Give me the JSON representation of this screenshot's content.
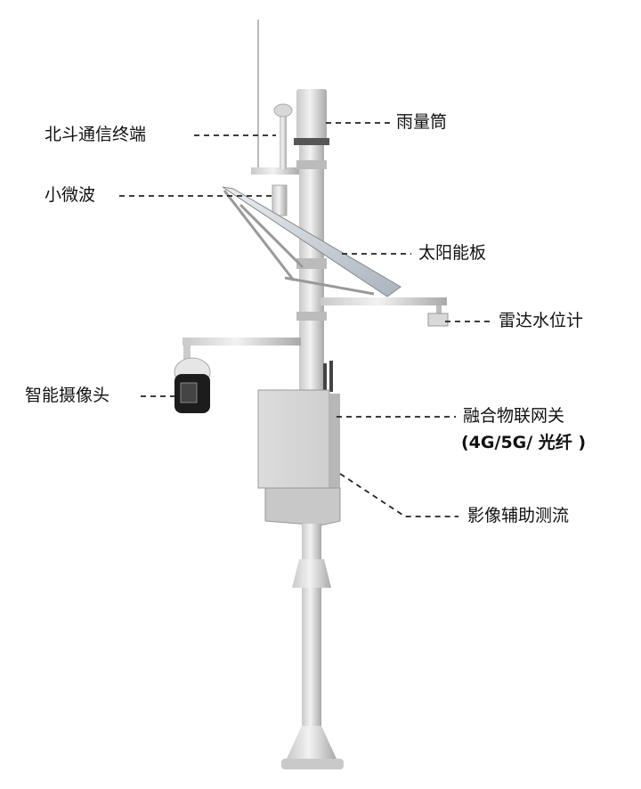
{
  "labels": {
    "beidou": "北斗通信终端",
    "rain_gauge": "雨量筒",
    "microwave": "小微波",
    "solar_panel": "太阳能板",
    "radar_level": "雷达水位计",
    "camera": "智能摄像头",
    "gateway": "融合物联网关",
    "gateway_sub": "(4G/5G/ 光纤 )",
    "image_flow": "影像辅助测流"
  }
}
